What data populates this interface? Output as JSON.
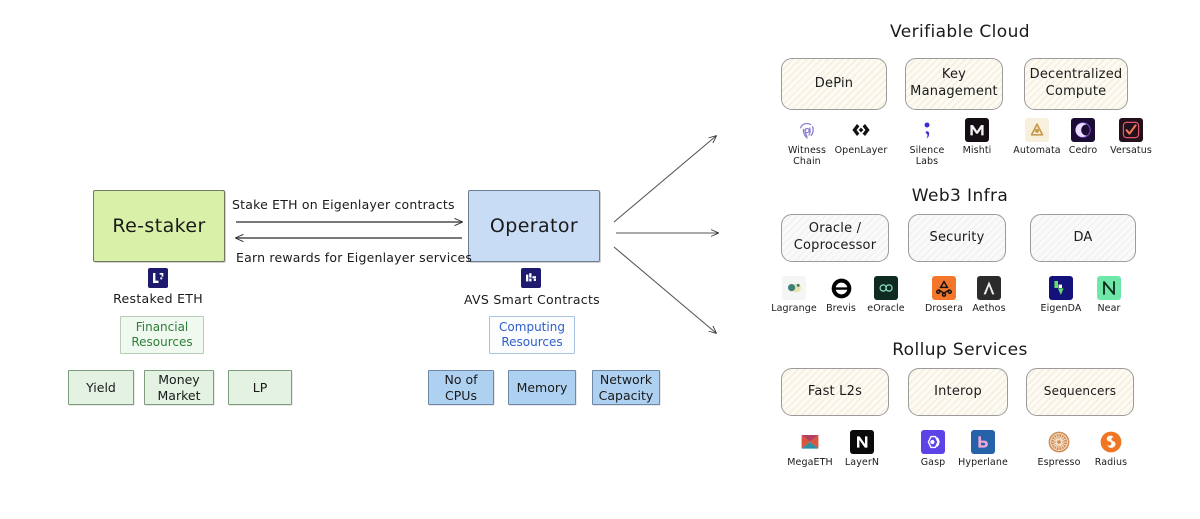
{
  "diagram": {
    "title_hidden": "EigenLayer AVS ecosystem map"
  },
  "flow": {
    "restaker": {
      "label": "Re-staker",
      "fill": "#d9f0a8"
    },
    "operator": {
      "label": "Operator",
      "fill": "#c8dcf5"
    },
    "arrow_forward_label": "Stake ETH on Eigenlayer contracts",
    "arrow_back_label": "Earn rewards for Eigenlayer services",
    "restaker_asset": {
      "icon": "eigenlayer-logo-icon",
      "label": "Restaked ETH"
    },
    "operator_asset": {
      "icon": "eigenlayer-avs-logo-icon",
      "label": "AVS Smart Contracts"
    },
    "restaker_resource": {
      "label": "Financial\nResources",
      "color": "#2f7d3a"
    },
    "operator_resource": {
      "label": "Computing\nResources",
      "color": "#2f5ecb"
    },
    "restaker_leaves": [
      "Yield",
      "Money\nMarket",
      "LP"
    ],
    "operator_leaves": [
      "No of\nCPUs",
      "Memory",
      "Network\nCapacity"
    ]
  },
  "groups": [
    {
      "title": "Verifiable Cloud",
      "categories": [
        {
          "name": "DePin",
          "style": "warm",
          "vendors": [
            {
              "name": "Witness\nChain",
              "icon": "fingerprint-icon",
              "color": "#8f7fd6"
            },
            {
              "name": "OpenLayer",
              "icon": "code-brackets-icon",
              "color": "#111111"
            }
          ]
        },
        {
          "name": "Key\nManagement",
          "style": "warm",
          "vendors": [
            {
              "name": "Silence\nLabs",
              "icon": "semicolon-icon",
              "color": "#3a2fd6"
            },
            {
              "name": "Mishti",
              "icon": "letter-m-icon",
              "color": "#1b1018"
            }
          ]
        },
        {
          "name": "Decentralized\nCompute",
          "style": "hatched-warm",
          "vendors": [
            {
              "name": "Automata",
              "icon": "automata-triangle-icon",
              "color": "#c79a4e"
            },
            {
              "name": "Cedro",
              "icon": "crescent-moon-icon",
              "color": "#2a0f4a"
            },
            {
              "name": "Versatus",
              "icon": "versatus-check-icon",
              "color": "#e0576b"
            }
          ]
        }
      ]
    },
    {
      "title": "Web3 Infra",
      "categories": [
        {
          "name": "Oracle /\nCoprocessor",
          "style": "hatched",
          "vendors": [
            {
              "name": "Lagrange",
              "icon": "lagrange-orb-icon",
              "color": "#3f7f7a"
            },
            {
              "name": "Brevis",
              "icon": "brevis-circle-icon",
              "color": "#000000"
            },
            {
              "name": "eOracle",
              "icon": "infinity-icon",
              "color": "#0f2a22"
            }
          ]
        },
        {
          "name": "Security",
          "style": "hatched",
          "vendors": [
            {
              "name": "Drosera",
              "icon": "recycle-triangle-icon",
              "color": "#f4762a"
            },
            {
              "name": "Aethos",
              "icon": "letter-a-icon",
              "color": "#2b2b2b"
            }
          ]
        },
        {
          "name": "DA",
          "style": "hatched",
          "vendors": [
            {
              "name": "EigenDA",
              "icon": "eigenda-logo-icon",
              "color": "#1e1a8e"
            },
            {
              "name": "Near",
              "icon": "near-logo-icon",
              "color": "#6ee7a8"
            }
          ]
        }
      ]
    },
    {
      "title": "Rollup Services",
      "categories": [
        {
          "name": "Fast L2s",
          "style": "warm",
          "vendors": [
            {
              "name": "MegaETH",
              "icon": "megaeth-butterfly-icon",
              "color": "#d8563c"
            },
            {
              "name": "LayerN",
              "icon": "letter-n-icon",
              "color": "#0a0a0a"
            }
          ]
        },
        {
          "name": "Interop",
          "style": "warm",
          "vendors": [
            {
              "name": "Gasp",
              "icon": "gasp-hexagon-icon",
              "color": "#5b43e8"
            },
            {
              "name": "Hyperlane",
              "icon": "hyperlane-h-icon",
              "color": "#2463a8"
            }
          ]
        },
        {
          "name": "Sequencers",
          "style": "warm",
          "vendors": [
            {
              "name": "Espresso",
              "icon": "espresso-sun-icon",
              "color": "#cf8a52"
            },
            {
              "name": "Radius",
              "icon": "radius-swirl-icon",
              "color": "#ef7622"
            }
          ]
        }
      ]
    }
  ]
}
